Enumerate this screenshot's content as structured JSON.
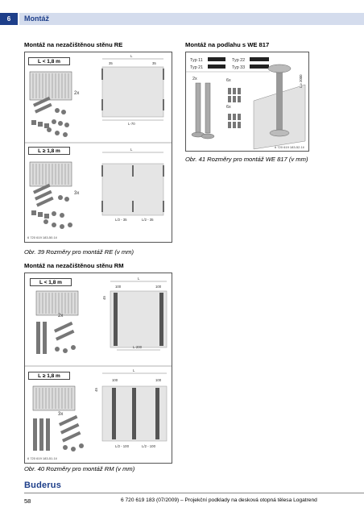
{
  "header": {
    "chapter_number": "6",
    "chapter_title": "Montáž"
  },
  "sections": {
    "re_title": "Montáž na nezačištěnou stěnu RE",
    "we_title": "Montáž na podlahu s WE 817",
    "rm_title": "Montáž na nezačištěnou stěnu RM"
  },
  "re": {
    "short_label": "L < 1,8 m",
    "long_label": "L ≥ 1,8 m",
    "mult_short": "2x",
    "mult_long": "3x",
    "dim_L": "L",
    "dim_35": "35",
    "dim_L70": "L-70",
    "dim_L_2_35": "L/2 - 35",
    "ref": "6 720 619 183-50.1il",
    "caption": "Obr. 39 Rozměry pro montáž RE (v mm)"
  },
  "we": {
    "typ11": "Typ 11",
    "typ21": "Typ 21",
    "typ22": "Typ 22",
    "typ33": "Typ 33",
    "mult_2x": "2x",
    "mult_6x_a": "6x",
    "mult_6x_b": "6x",
    "dim_2000": "L ≥ 2000",
    "ref": "6 720 619 183-52.1il",
    "caption": "Obr. 41 Rozměry pro montáž WE 817 (v mm)"
  },
  "rm": {
    "short_label": "L < 1,8 m",
    "long_label": "L ≥ 1,8 m",
    "mult_short": "2x",
    "mult_long": "3x",
    "dim_L": "L",
    "dim_100": "100",
    "dim_45": "45",
    "dim_L200": "L-200",
    "dim_L_2_100": "L/2 - 100",
    "ref": "6 720 619 183-51.1il",
    "caption": "Obr. 40 Rozměry pro montáž RM (v mm)"
  },
  "footer": {
    "logo": "Buderus",
    "page": "58",
    "doc": "6 720 619 183 (07/2009) – Projekční podklady na desková otopná tělesa Logatrend"
  }
}
